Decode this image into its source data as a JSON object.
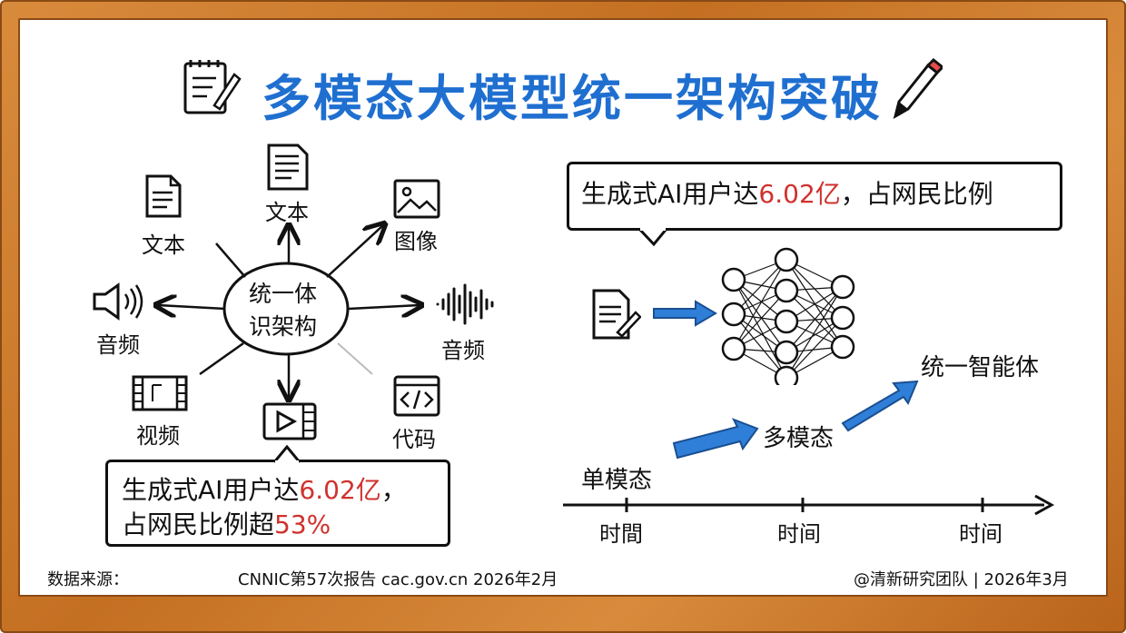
{
  "header": {
    "title": "多模态大模型统一架构突破"
  },
  "hub": {
    "line1": "统一体",
    "line2": "识架构"
  },
  "modalities": {
    "text_top": "文本",
    "text_left": "文本",
    "image": "图像",
    "audio_left": "音频",
    "audio_right": "音频",
    "video": "视频",
    "code": "代码"
  },
  "bubble_left": {
    "line1_pre": "生成式AI用户达",
    "line1_value": "6.02亿",
    "line1_post": "，",
    "line2_pre": "占网民比例超",
    "line2_value": "53%"
  },
  "bubble_right": {
    "pre": "生成式AI用户达",
    "value": "6.02亿",
    "post": "，占网民比例"
  },
  "timeline": {
    "stage1": "单模态",
    "stage2": "多模态",
    "stage3": "统一智能体",
    "tick1": "时間",
    "tick2": "时间",
    "tick3": "时间"
  },
  "footer": {
    "source_label": "数据来源：",
    "source": "CNNIC第57次报告 cac.gov.cn 2026年2月",
    "credit": "@清新研究团队 | 2026年3月"
  },
  "colors": {
    "title_blue": "#1f6fd0",
    "accent_red": "#d0312d",
    "arrow_blue": "#2f7fd8",
    "frame_wood": "#c46f22"
  }
}
